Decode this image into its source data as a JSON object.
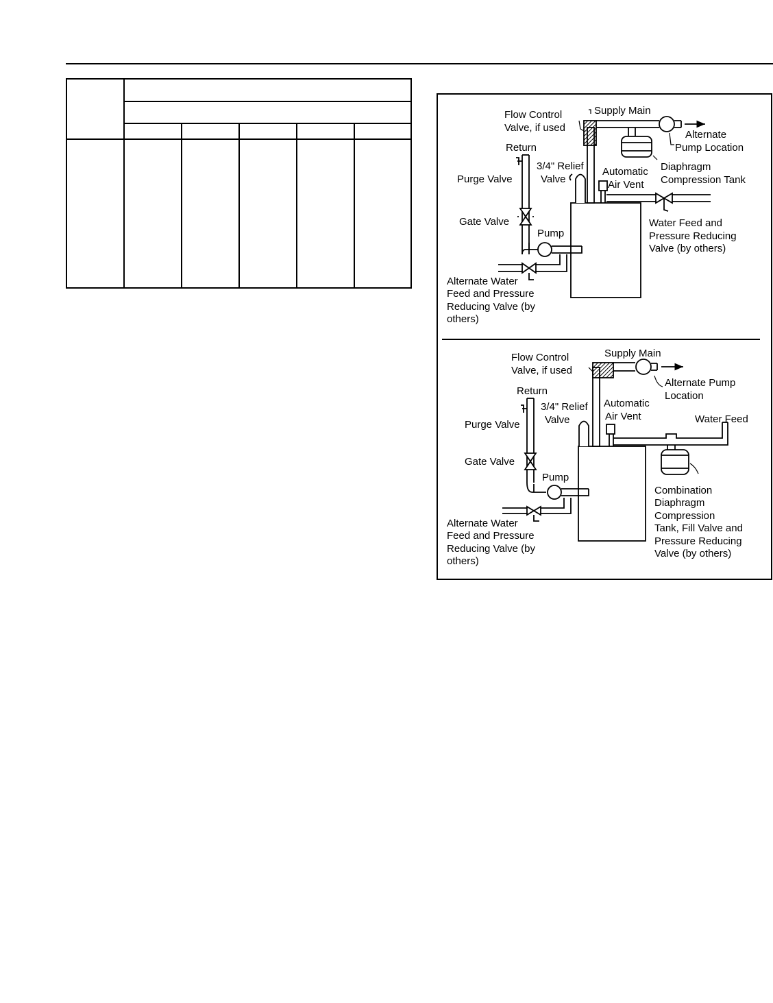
{
  "colors": {
    "ink": "#000000",
    "paper": "#ffffff",
    "hatch": "#444444"
  },
  "table": {
    "label_columns": 1,
    "data_columns": 5,
    "header_rows": 3,
    "body_rows": 1,
    "cells": []
  },
  "diagram_top": {
    "flow_control": [
      "Flow Control",
      "Valve, if used"
    ],
    "supply_main": "Supply Main",
    "alternate_pump": [
      "Alternate",
      "Pump Location"
    ],
    "return": "Return",
    "relief_valve": [
      "3/4\" Relief",
      "Valve"
    ],
    "air_vent": [
      "Automatic",
      "Air Vent"
    ],
    "tank": [
      "Diaphragm",
      "Compression Tank"
    ],
    "purge_valve": "Purge Valve",
    "gate_valve": "Gate Valve",
    "pump": "Pump",
    "water_feed": [
      "Water Feed and",
      "Pressure Reducing",
      "Valve (by others)"
    ],
    "alt_water_feed": [
      "Alternate Water",
      "Feed and Pressure",
      "Reducing Valve (by",
      "others)"
    ]
  },
  "diagram_bottom": {
    "flow_control": [
      "Flow Control",
      "Valve, if used"
    ],
    "supply_main": "Supply Main",
    "alternate_pump": [
      "Alternate Pump",
      "Location"
    ],
    "return": "Return",
    "relief_valve": [
      "3/4\" Relief",
      "Valve"
    ],
    "air_vent": [
      "Automatic",
      "Air Vent"
    ],
    "water_feed": "Water Feed",
    "purge_valve": "Purge Valve",
    "gate_valve": "Gate Valve",
    "pump": "Pump",
    "tank": [
      "Combination",
      "Diaphragm",
      "Compression",
      "Tank, Fill Valve and",
      "Pressure Reducing",
      "Valve (by others)"
    ],
    "alt_water_feed": [
      "Alternate Water",
      "Feed and Pressure",
      "Reducing Valve (by",
      "others)"
    ]
  }
}
